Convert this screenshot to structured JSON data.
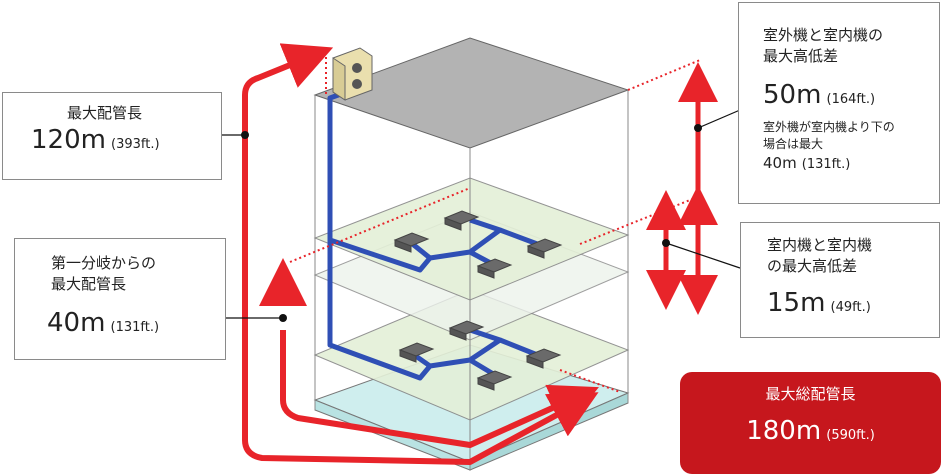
{
  "max_pipe_length": {
    "label": "最大配管長",
    "value": "120m",
    "unit_note": "(393ft.)"
  },
  "first_branch": {
    "label_line1": "第一分岐からの",
    "label_line2": "最大配管長",
    "value": "40m",
    "unit_note": "(131ft.)"
  },
  "outdoor_indoor_height": {
    "label_line1": "室外機と室内機の",
    "label_line2": "最大高低差",
    "value": "50m",
    "unit_note": "(164ft.)",
    "note_line1": "室外機が室内機より下の",
    "note_line2": "場合は最大",
    "note_value": "40m",
    "note_unit": "(131ft.)"
  },
  "indoor_indoor_height": {
    "label_line1": "室内機と室内機",
    "label_line2": "の最大高低差",
    "value": "15m",
    "unit_note": "(49ft.)"
  },
  "total_pipe_length": {
    "label": "最大総配管長",
    "value": "180m",
    "unit_note": "(590ft.)"
  },
  "colors": {
    "red": "#e8242a",
    "blue": "#2f4fb5",
    "total_box": "#c6171d",
    "roof": "#b3b3b3",
    "floor": "#e4f0d8",
    "base": "#cfeeee"
  }
}
